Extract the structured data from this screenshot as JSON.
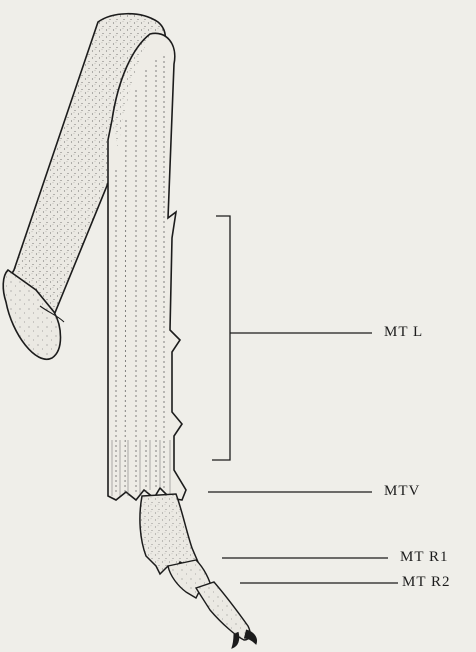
{
  "labels": {
    "mtl": "MT L",
    "mtv": "MTV",
    "mtr1": "MT R1",
    "mtr2": "MT R2"
  },
  "colors": {
    "background": "#efeee9",
    "ink": "#1c1c1c",
    "limb_fill": "#ebe9e3"
  }
}
